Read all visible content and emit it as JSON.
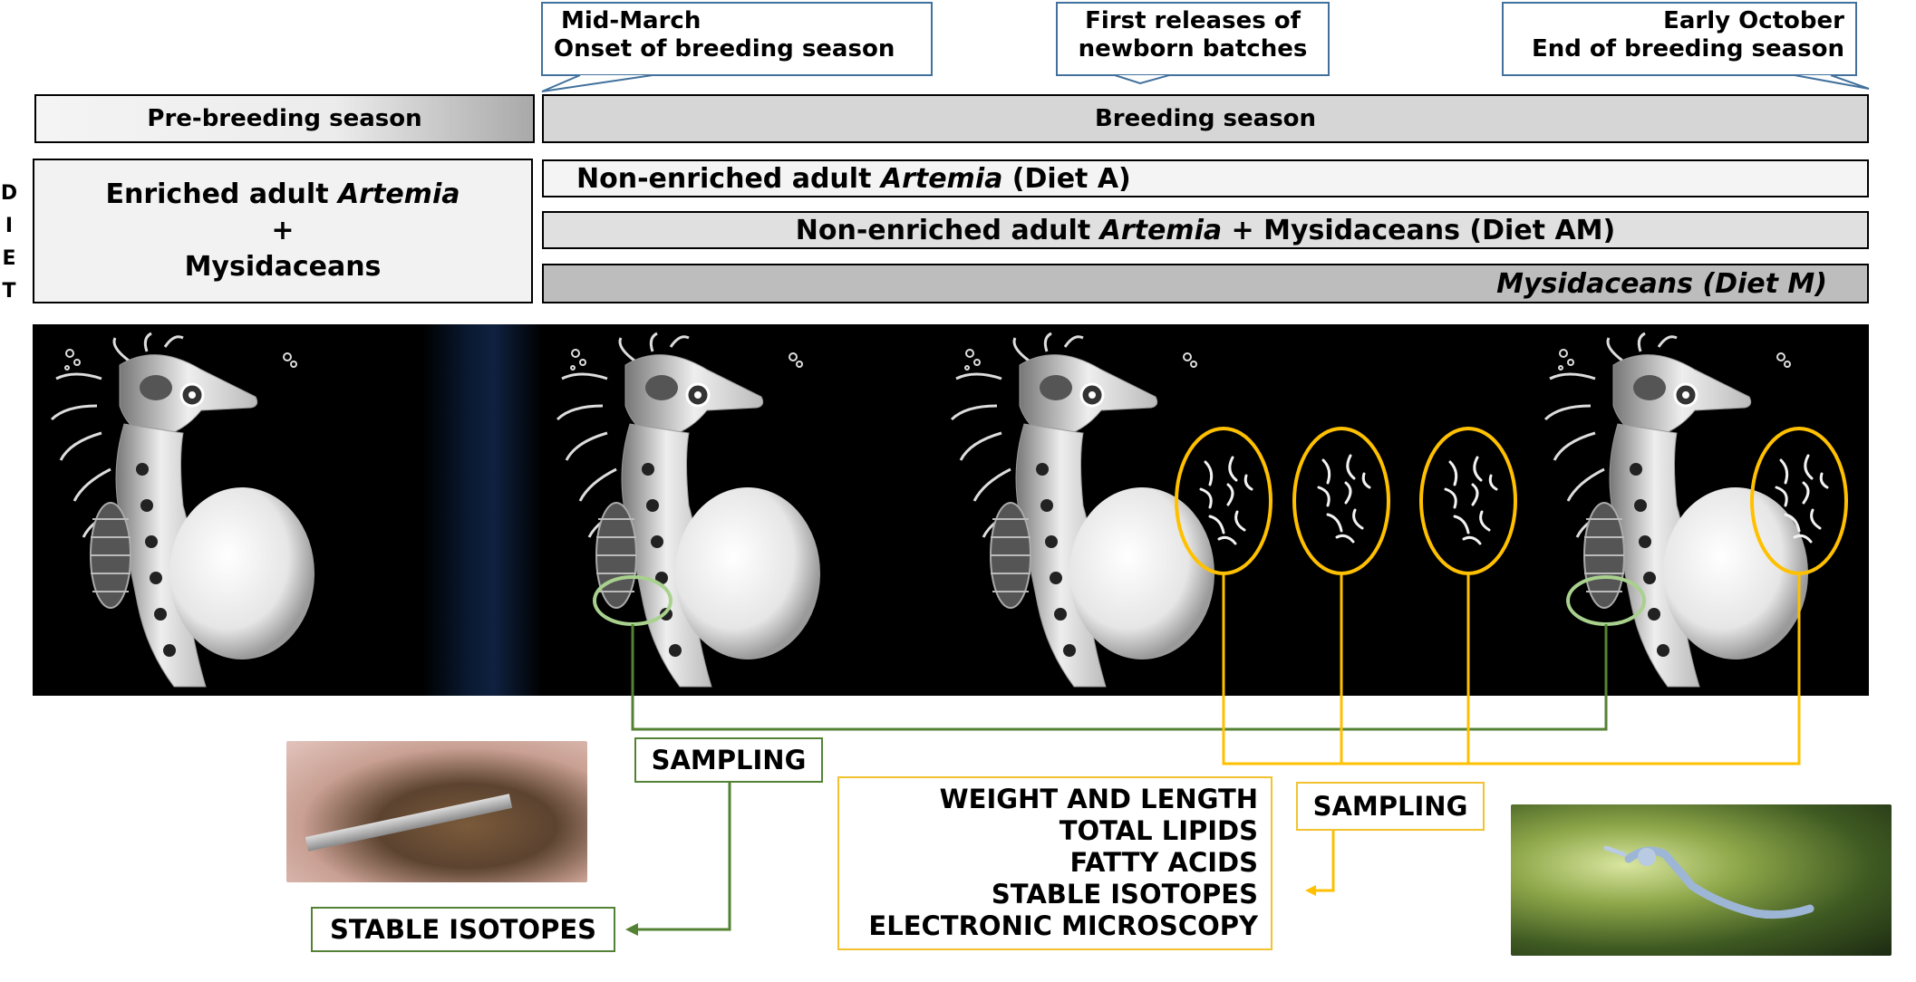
{
  "callouts": {
    "onset": {
      "line1": "Mid-March",
      "line2": "Onset of  breeding season"
    },
    "releases": {
      "line1": "First releases of",
      "line2": "newborn batches"
    },
    "end": {
      "line1": "Early October",
      "line2": "End of breeding season"
    }
  },
  "seasons": {
    "pre": "Pre-breeding season",
    "breeding": "Breeding season"
  },
  "diet_side_label": [
    "D",
    "I",
    "E",
    "T"
  ],
  "pre_diet": {
    "line1_a": "Enriched adult ",
    "line1_b": "Artemia",
    "line2": "+",
    "line3": "Mysidaceans"
  },
  "diets": {
    "a": {
      "pre": "Non-enriched adult ",
      "italic": "Artemia",
      "post": " (Diet A)"
    },
    "am": {
      "pre": "Non-enriched adult ",
      "italic": "Artemia",
      "post": " + Mysidaceans (Diet AM)"
    },
    "m": {
      "italic": "Mysidaceans (Diet M)"
    }
  },
  "sampling_left": {
    "label": "SAMPLING",
    "result": "STABLE ISOTOPES"
  },
  "sampling_right": {
    "label": "SAMPLING",
    "analyses": [
      "WEIGHT AND LENGTH",
      "TOTAL LIPIDS",
      "FATTY ACIDS",
      "STABLE ISOTOPES",
      "ELECTRONIC MICROSCOPY"
    ]
  },
  "colors": {
    "callout_border": "#41719C",
    "green_sampling": "#548235",
    "green_ellipse": "#A9D18E",
    "yellow_sampling": "#F2C230",
    "yellow_ellipse": "#FFC000",
    "panel_background": "#000000"
  }
}
